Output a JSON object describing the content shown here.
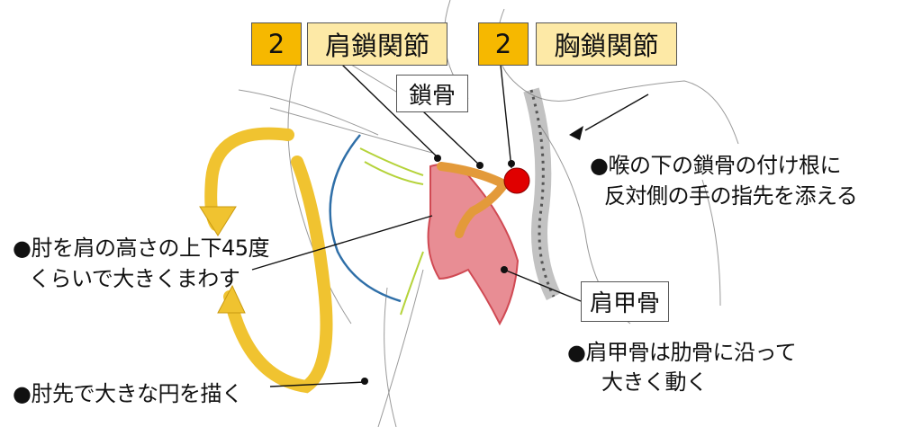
{
  "labels": {
    "ac_number": "2",
    "ac_joint": "肩鎖関節",
    "sc_number": "2",
    "sc_joint": "胸鎖関節",
    "clavicle": "鎖骨",
    "scapula": "肩甲骨"
  },
  "notes": {
    "throat_line1": "●喉の下の鎖骨の付け根に",
    "throat_line2": "反対側の手の指先を添える",
    "elbow_line1": "●肘を肩の高さの上下45度",
    "elbow_line2": "くらいで大きくまわす",
    "scapula_line1": "●肩甲骨は肋骨に沿って",
    "scapula_line2": "大きく動く",
    "circle": "●肘先で大きな円を描く"
  },
  "colors": {
    "number_box": "#f6b800",
    "label_box": "#fde9a6",
    "marker": "#e00000",
    "scapula": "#d9434f",
    "clavicle": "#e39a3a",
    "arrow": "#f0c330",
    "arc": "#2f6fa8"
  }
}
